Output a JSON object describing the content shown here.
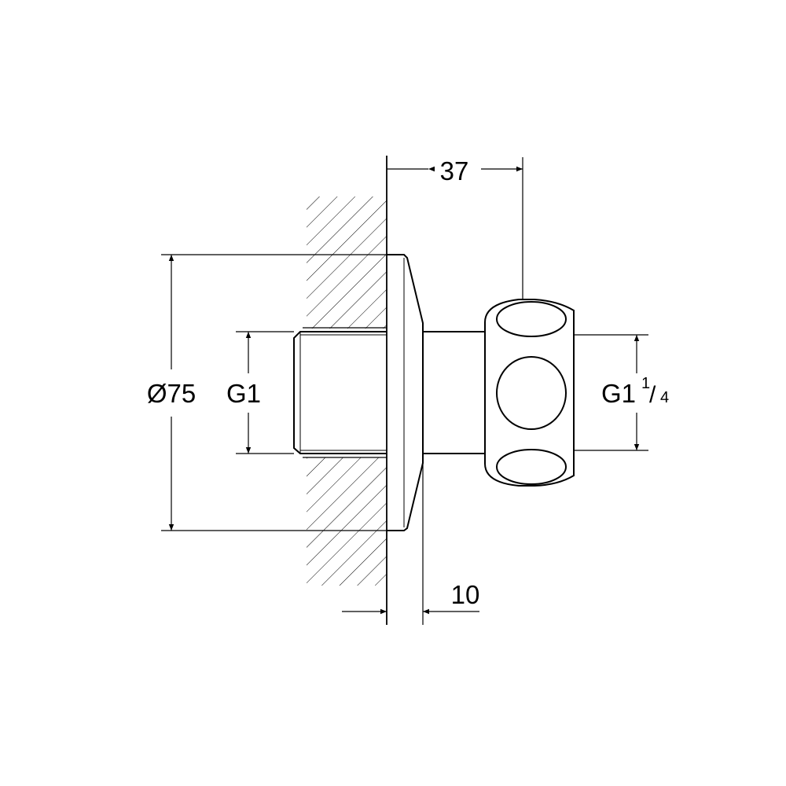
{
  "drawing": {
    "dimensions": {
      "length_overall": "37",
      "flange_depth": "10",
      "flange_diameter": "Ø75",
      "inlet_thread": "G1",
      "outlet_thread_main": "G1",
      "outlet_thread_num": "1",
      "outlet_thread_sep": "/",
      "outlet_thread_den": "4"
    },
    "colors": {
      "line": "#000000",
      "background": "#ffffff"
    }
  }
}
